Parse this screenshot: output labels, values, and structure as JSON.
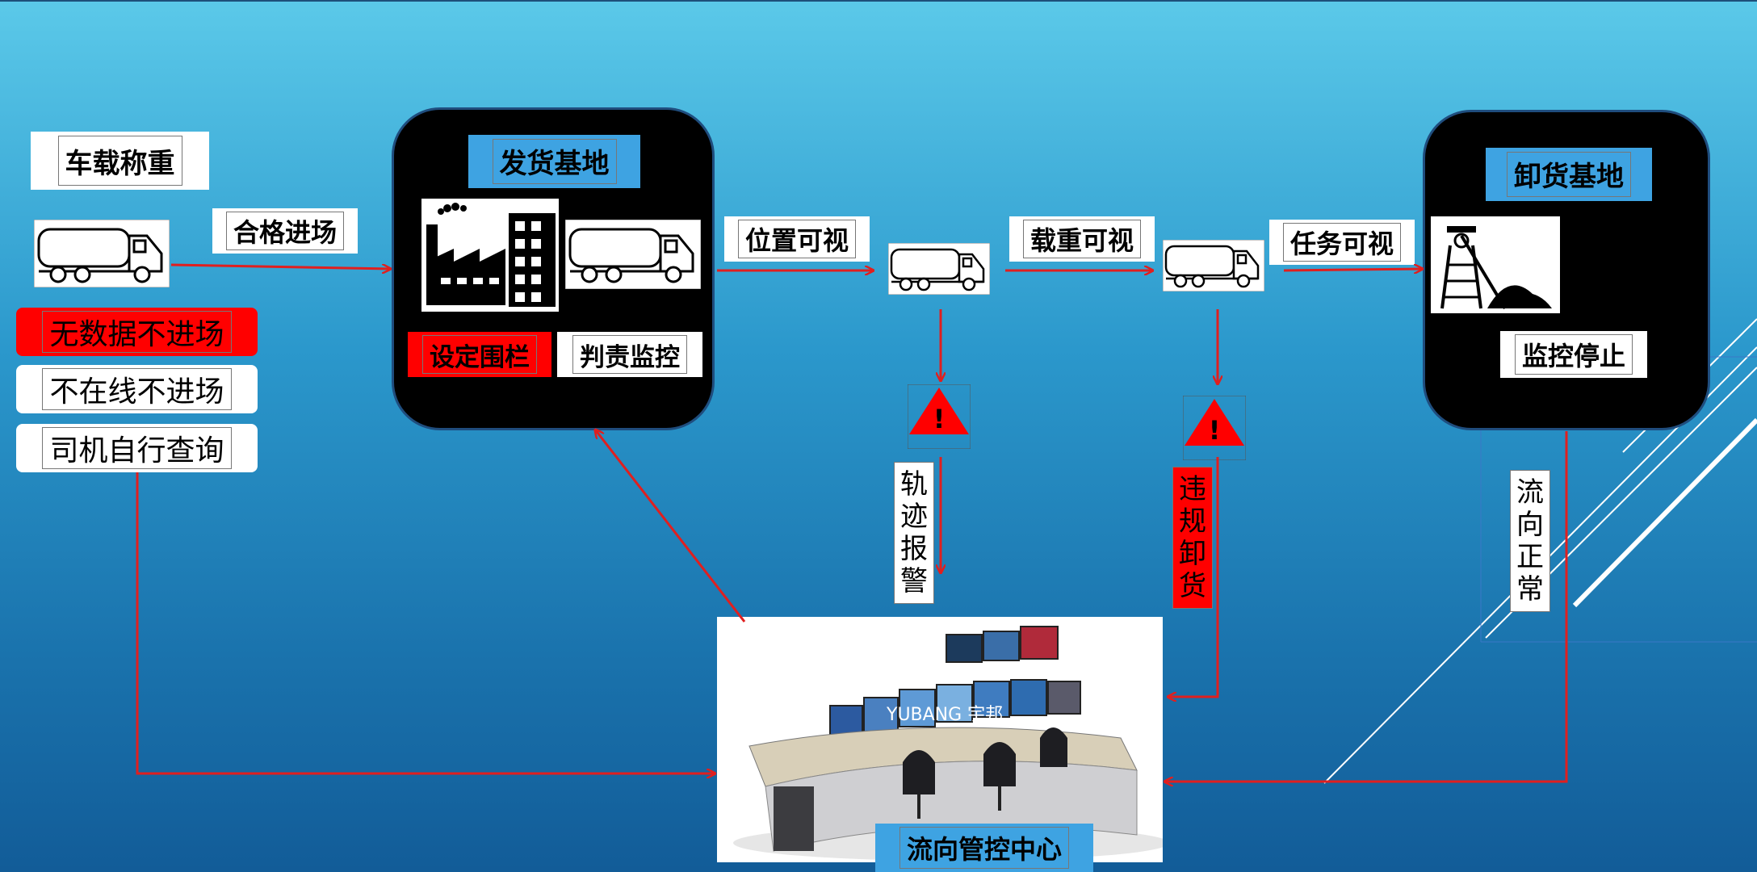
{
  "labels": {
    "vehicle_weighing": "车载称重",
    "qualified_entry": "合格进场",
    "no_data_no_entry": "无数据不进场",
    "offline_no_entry": "不在线不进场",
    "driver_self_query": "司机自行查询",
    "shipping_base": "发货基地",
    "set_fence": "设定围栏",
    "responsibility_monitor": "判责监控",
    "position_visible": "位置可视",
    "load_visible": "载重可视",
    "task_visible": "任务可视",
    "unloading_base": "卸货基地",
    "monitor_stop": "监控停止",
    "flow_control_center": "流向管控中心"
  },
  "vertical_labels": {
    "track_alarm": [
      "轨",
      "迹",
      "报",
      "警"
    ],
    "illegal_unloading": [
      "违",
      "规",
      "卸",
      "货"
    ],
    "flow_normal": [
      "流",
      "向",
      "正",
      "常"
    ]
  },
  "warning_symbol": "!",
  "control_room_brand": "YUBANG 宇邦",
  "colors": {
    "arrow": "#e01f1f",
    "alert": "#ff0000",
    "base_label": "#3ea3e2",
    "panel": "#000000"
  }
}
